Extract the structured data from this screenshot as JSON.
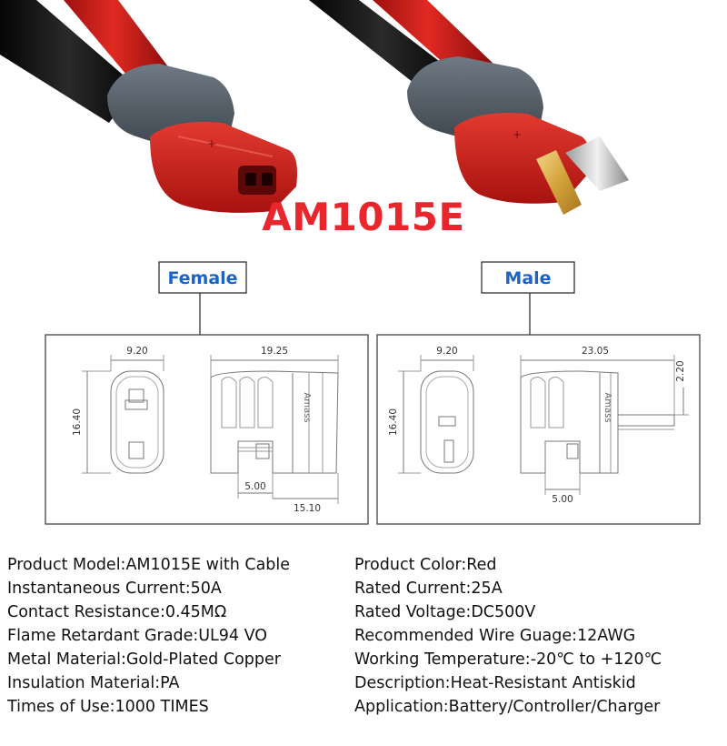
{
  "title": "AM1015E",
  "female": {
    "label": "Female",
    "dim_width": "9.20",
    "dim_length": "19.25",
    "dim_height": "16.40",
    "dim_small": "5.00",
    "dim_bottom": "15.10",
    "housing_text": "Amass"
  },
  "male": {
    "label": "Male",
    "dim_width": "9.20",
    "dim_length": "23.05",
    "dim_height": "16.40",
    "dim_pin": "2.20",
    "dim_small": "5.00",
    "housing_text": "Amass"
  },
  "specs_left": [
    "Product Model:AM1015E with Cable",
    "Instantaneous Current:50A",
    "Contact Resistance:0.45MΩ",
    "Flame Retardant Grade:UL94 VO",
    "Metal Material:Gold-Plated Copper",
    "Insulation Material:PA",
    "Times of Use:1000 TIMES"
  ],
  "specs_right": [
    "Product Color:Red",
    "Rated Current:25A",
    "Rated Voltage:DC500V",
    "Recommended Wire Guage:12AWG",
    "Working Temperature:-20℃ to +120℃",
    "Description:Heat-Resistant Antiskid",
    "Application:Battery/Controller/Charger"
  ]
}
